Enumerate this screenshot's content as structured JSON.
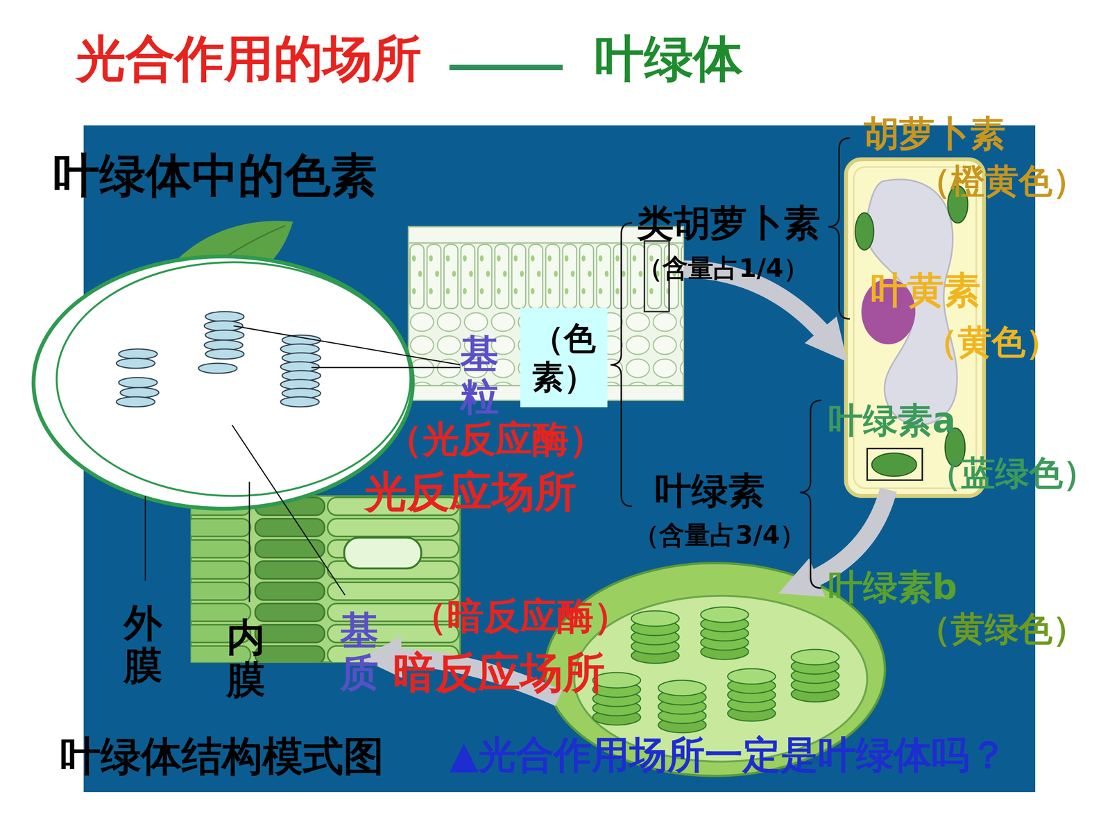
{
  "diagram": {
    "title": "光合作用的场所",
    "caption": "叶绿体结构模式图",
    "nodes": [
      {
        "text": [
          "（色素）"
        ]
      }
    ],
    "labels": [
      "叶绿体",
      "叶绿体中的色素",
      "胡萝卜素",
      "（橙黄色）",
      "类胡萝卜素",
      "（含量占1/4）",
      "叶黄素",
      "（黄色）",
      "基粒",
      "叶绿素a",
      "（光反应酶）",
      "（蓝绿色）",
      "光反应场所",
      "叶绿素",
      "（含量占3/4）",
      "叶绿素b",
      "（暗反应酶）",
      "（黄绿色）",
      "外膜",
      "内膜",
      "基质",
      "暗反应场所",
      "▲光合作用场所一定是叶绿体吗？"
    ]
  }
}
